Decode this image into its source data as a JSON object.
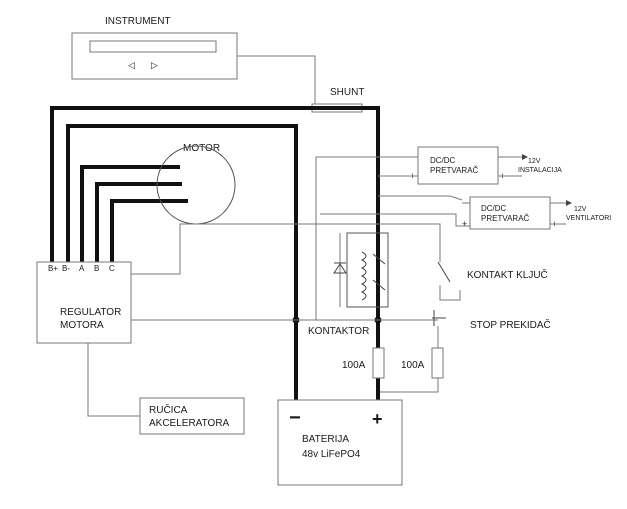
{
  "labels": {
    "instrument": "INSTRUMENT",
    "shunt": "SHUNT",
    "motor": "MOTOR",
    "controller_line1": "REGULATOR",
    "controller_line2": "MOTORA",
    "terminal_bplus": "B+",
    "terminal_bminus": "B-",
    "terminal_a": "A",
    "terminal_b": "B",
    "terminal_c": "C",
    "dcdc1_line1": "DC/DC",
    "dcdc1_line2": "PRETVARAČ",
    "dcdc1_out_line1": "12V",
    "dcdc1_out_line2": "INSTALACIJA",
    "dcdc2_line1": "DC/DC",
    "dcdc2_line2": "PRETVARAČ",
    "dcdc2_out_line1": "12V",
    "dcdc2_out_line2": "VENTILATORI",
    "key_switch": "KONTAKT KLJUČ",
    "stop_switch": "STOP PREKIDAČ",
    "contactor": "KONTAKTOR",
    "fuse1": "100A",
    "fuse2": "100A",
    "throttle_line1": "RUČICA",
    "throttle_line2": "AKCELERATORA",
    "battery_line1": "BATERIJA",
    "battery_line2": "48v LiFePO4",
    "minus_sign": "−",
    "plus_sign": "+",
    "arrow_left": "◁",
    "arrow_right": "▷"
  }
}
